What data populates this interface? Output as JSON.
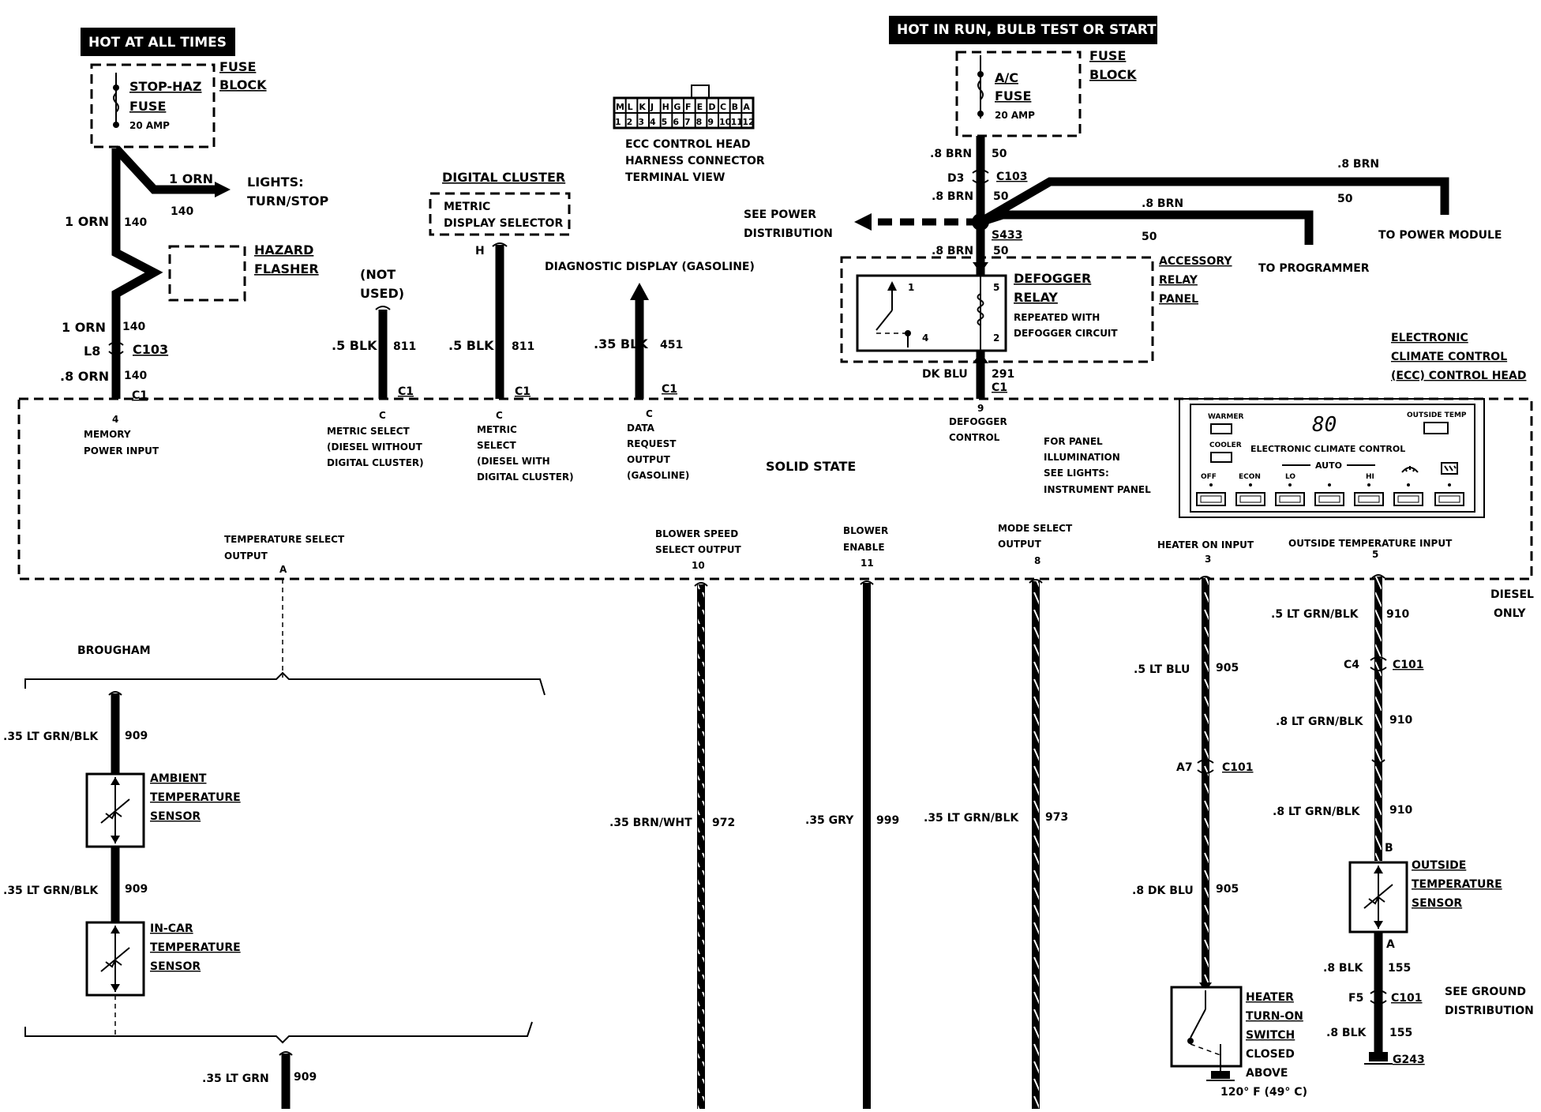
{
  "top_left": {
    "banner": "HOT AT ALL TIMES",
    "fuse_name_1": "STOP-HAZ",
    "fuse_name_2": "FUSE",
    "fuse_amp": "20 AMP",
    "fuse_block_1": "FUSE",
    "fuse_block_2": "BLOCK",
    "branch_color": "1 ORN",
    "branch_circuit": "140",
    "lights_1": "LIGHTS:",
    "lights_2": "TURN/STOP",
    "wire_color": "1 ORN",
    "wire_circuit": "140",
    "flasher_1": "HAZARD",
    "flasher_2": "FLASHER",
    "wire2_color": "1 ORN",
    "wire2_circuit": "140",
    "conn_pin": "L8",
    "conn_name": "C103",
    "wire3_color": ".8 ORN",
    "wire3_circuit": "140",
    "c1": "C1"
  },
  "connector_view": {
    "letters": [
      "M",
      "L",
      "K",
      "J",
      "H",
      "G",
      "F",
      "E",
      "D",
      "C",
      "B",
      "A"
    ],
    "numbers": [
      "1",
      "2",
      "3",
      "4",
      "5",
      "6",
      "7",
      "8",
      "9",
      "10",
      "11",
      "12"
    ],
    "caption_1": "ECC CONTROL HEAD",
    "caption_2": "HARNESS CONNECTOR",
    "caption_3": "TERMINAL VIEW"
  },
  "not_used": {
    "label_1": "(NOT",
    "label_2": "USED)",
    "color": ".5 BLK",
    "circuit": "811",
    "conn": "C1"
  },
  "digital_cluster": {
    "title": "DIGITAL CLUSTER",
    "box_1": "METRIC",
    "box_2": "DISPLAY SELECTOR",
    "pin": "H",
    "color": ".5 BLK",
    "circuit": "811",
    "conn": "C1"
  },
  "diag": {
    "title": "DIAGNOSTIC DISPLAY (GASOLINE)",
    "color": ".35 BLK",
    "circuit": "451",
    "conn": "C1"
  },
  "top_right": {
    "banner": "HOT IN RUN,  BULB TEST OR START",
    "fuse_name_1": "A/C",
    "fuse_name_2": "FUSE",
    "fuse_amp": "20 AMP",
    "fuse_block_1": "FUSE",
    "fuse_block_2": "BLOCK",
    "w1_color": ".8 BRN",
    "w1_circuit": "50",
    "conn_pin": "D3",
    "conn_name": "C103",
    "w2_color": ".8 BRN",
    "w2_circuit": "50",
    "see_power_1": "SEE POWER",
    "see_power_2": "DISTRIBUTION",
    "splice": "S433",
    "w3_color": ".8 BRN",
    "w3_circuit": "50",
    "pm_color": ".8 BRN",
    "pm_circuit": "50",
    "pm_label": "TO POWER MODULE",
    "prog_color": ".8 BRN",
    "prog_circuit": "50",
    "prog_label": "TO PROGRAMMER",
    "relay_1": "DEFOGGER",
    "relay_2": "RELAY",
    "relay_3": "REPEATED WITH",
    "relay_4": "DEFOGGER CIRCUIT",
    "pin1": "1",
    "pin2": "2",
    "pin4": "4",
    "pin5": "5",
    "panel_1": "ACCESSORY",
    "panel_2": "RELAY",
    "panel_3": "PANEL",
    "out_color": "DK BLU",
    "out_circuit": "291",
    "c1": "C1"
  },
  "ecc": {
    "title_1": "ELECTRONIC",
    "title_2": "CLIMATE CONTROL",
    "title_3": "(ECC) CONTROL HEAD",
    "solid_state": "SOLID STATE",
    "panel_illum_1": "FOR PANEL",
    "panel_illum_2": "ILLUMINATION",
    "panel_illum_3": "SEE LIGHTS:",
    "panel_illum_4": "INSTRUMENT PANEL",
    "pins": [
      {
        "pin": "4",
        "l1": "MEMORY",
        "l2": "POWER INPUT",
        "l3": "",
        "l4": ""
      },
      {
        "pin": "C",
        "l1": "METRIC SELECT",
        "l2": "(DIESEL WITHOUT",
        "l3": "DIGITAL CLUSTER)",
        "l4": ""
      },
      {
        "pin": "C",
        "l1": "METRIC",
        "l2": "SELECT",
        "l3": "(DIESEL WITH",
        "l4": "DIGITAL CLUSTER)"
      },
      {
        "pin": "C",
        "l1": "DATA",
        "l2": "REQUEST",
        "l3": "OUTPUT",
        "l4": "(GASOLINE)"
      },
      {
        "pin": "9",
        "l1": "DEFOGGER",
        "l2": "CONTROL",
        "l3": "",
        "l4": ""
      }
    ],
    "bottom_pins": [
      {
        "pin": "A",
        "l1": "TEMPERATURE SELECT",
        "l2": "OUTPUT"
      },
      {
        "pin": "10",
        "l1": "BLOWER SPEED",
        "l2": "SELECT OUTPUT"
      },
      {
        "pin": "11",
        "l1": "BLOWER",
        "l2": "ENABLE"
      },
      {
        "pin": "8",
        "l1": "MODE SELECT",
        "l2": "OUTPUT"
      },
      {
        "pin": "3",
        "l1": "HEATER ON  INPUT",
        "l2": ""
      },
      {
        "pin": "5",
        "l1": "OUTSIDE TEMPERATURE  INPUT",
        "l2": ""
      }
    ],
    "face": {
      "warmer": "WARMER",
      "cooler": "COOLER",
      "display": "80",
      "outside_temp": "OUTSIDE TEMP",
      "label": "ELECTRONIC CLIMATE CONTROL",
      "auto": "AUTO",
      "off": "OFF",
      "econ": "ECON",
      "lo": "LO",
      "hi": "HI"
    }
  },
  "diesel": {
    "l1": "DIESEL",
    "l2": "ONLY"
  },
  "brougham": {
    "label": "BROUGHAM",
    "w1_color": ".35 LT GRN/BLK",
    "w1_circuit": "909",
    "amb_1": "AMBIENT",
    "amb_2": "TEMPERATURE",
    "amb_3": "SENSOR",
    "w2_color": ".35 LT GRN/BLK",
    "w2_circuit": "909",
    "incar_1": "IN-CAR",
    "incar_2": "TEMPERATURE",
    "incar_3": "SENSOR",
    "w3_color": ".35 LT GRN",
    "w3_circuit": "909"
  },
  "blower_speed": {
    "color": ".35 BRN/WHT",
    "circuit": "972"
  },
  "blower_enable": {
    "color": ".35 GRY",
    "circuit": "999"
  },
  "mode_select": {
    "color": ".35 LT GRN/BLK",
    "circuit": "973"
  },
  "heater": {
    "w1_color": ".5 LT BLU",
    "w1_circuit": "905",
    "conn_pin": "A7",
    "conn_name": "C101",
    "w2_color": ".8 DK BLU",
    "w2_circuit": "905",
    "sw_1": "HEATER",
    "sw_2": "TURN-ON",
    "sw_3": "SWITCH",
    "sw_4": "CLOSED",
    "sw_5": "ABOVE",
    "sw_6": "120° F (49° C)"
  },
  "outside": {
    "w1_color": ".5 LT GRN/BLK",
    "w1_circuit": "910",
    "conn_pin": "C4",
    "conn_name": "C101",
    "w2_color": ".8 LT GRN/BLK",
    "w2_circuit": "910",
    "w3_color": ".8 LT GRN/BLK",
    "w3_circuit": "910",
    "pin_b": "B",
    "sensor_1": "OUTSIDE",
    "sensor_2": "TEMPERATURE",
    "sensor_3": "SENSOR",
    "pin_a": "A",
    "w4_color": ".8 BLK",
    "w4_circuit": "155",
    "conn2_pin": "F5",
    "conn2_name": "C101",
    "w5_color": ".8 BLK",
    "w5_circuit": "155",
    "ground": "G243",
    "see_ground_1": "SEE GROUND",
    "see_ground_2": "DISTRIBUTION"
  }
}
